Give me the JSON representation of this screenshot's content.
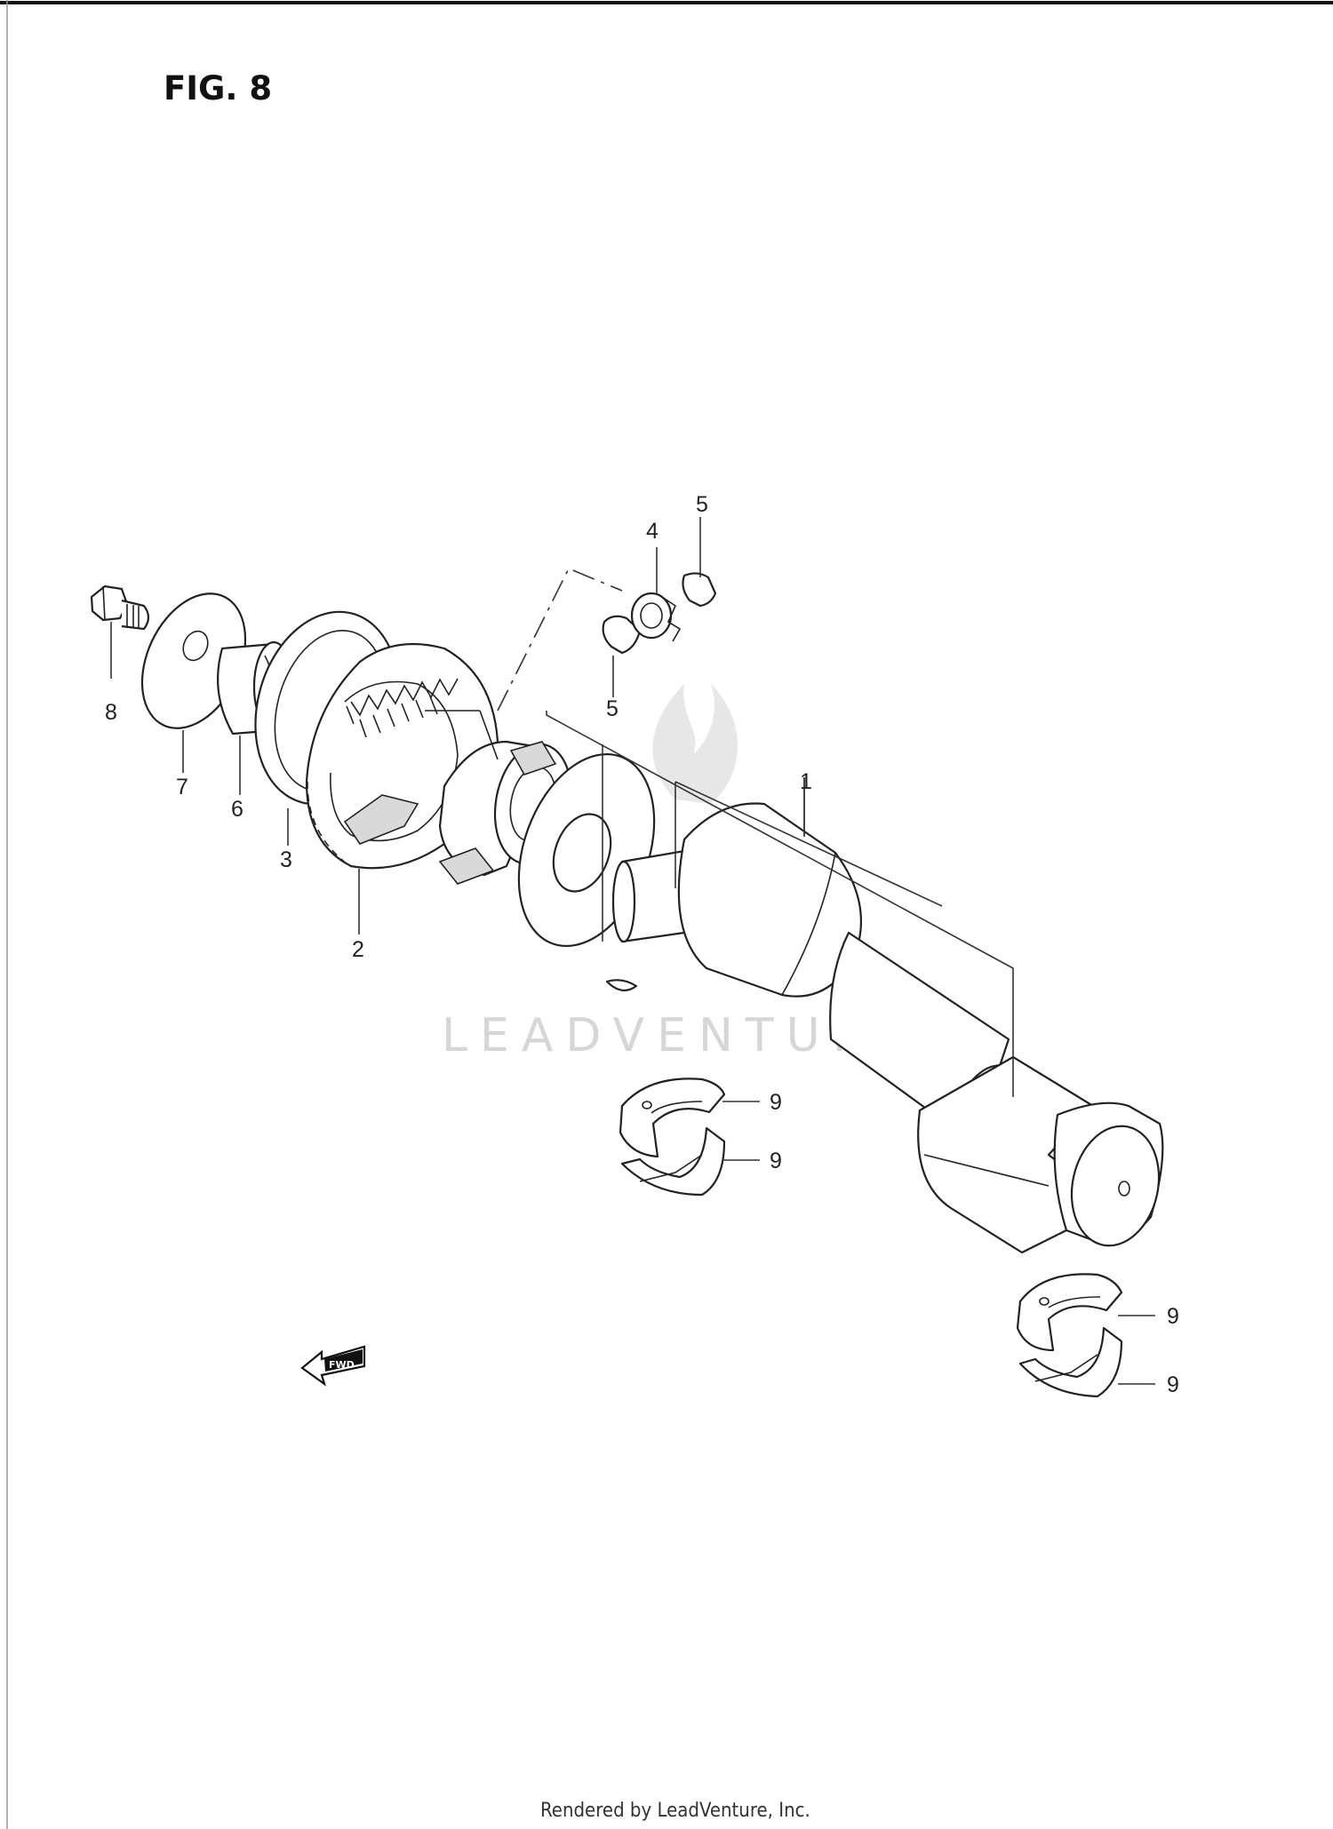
{
  "figure": {
    "title": "FIG. 8",
    "watermark": "LEADVENTURE",
    "credit": "Rendered by LeadVenture, Inc.",
    "fwd_label": "FWD"
  },
  "callouts": {
    "c1": "1",
    "c2": "2",
    "c3": "3",
    "c4": "4",
    "c5a": "5",
    "c5b": "5",
    "c6": "6",
    "c7": "7",
    "c8": "8",
    "c9a": "9",
    "c9b": "9",
    "c9c": "9",
    "c9d": "9"
  }
}
